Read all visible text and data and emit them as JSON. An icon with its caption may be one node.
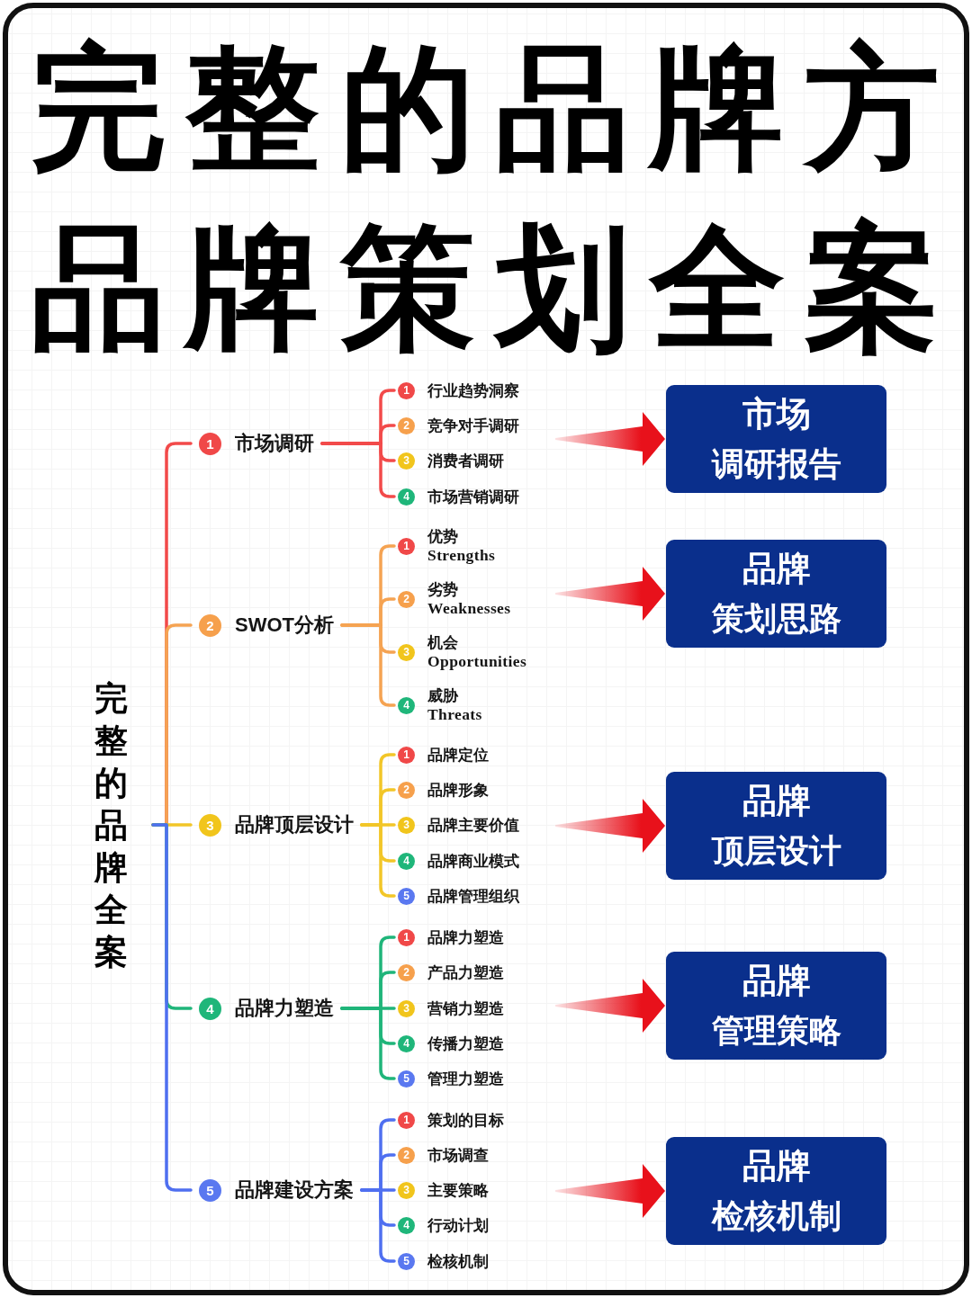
{
  "diagram": {
    "title": "完整的品牌方品牌策划全案",
    "nodes": [
      {
        "text": [
          "完整的品牌全案"
        ]
      },
      {
        "text": [
          "1",
          "市场调研"
        ]
      },
      {
        "text": [
          "2",
          "SWOT分析"
        ]
      },
      {
        "text": [
          "3",
          "品牌顶层设计"
        ]
      },
      {
        "text": [
          "4",
          "品牌力塑造"
        ]
      },
      {
        "text": [
          "5",
          "品牌建设方案"
        ]
      },
      {
        "text": [
          "1",
          "行业趋势洞察"
        ]
      },
      {
        "text": [
          "2",
          "竞争对手调研"
        ]
      },
      {
        "text": [
          "3",
          "消费者调研"
        ]
      },
      {
        "text": [
          "4",
          "市场营销调研"
        ]
      },
      {
        "text": [
          "1",
          "优势",
          "Strengths"
        ]
      },
      {
        "text": [
          "2",
          "劣势",
          "Weaknesses"
        ]
      },
      {
        "text": [
          "3",
          "机会",
          "Opportunities"
        ]
      },
      {
        "text": [
          "4",
          "威胁",
          "Threats"
        ]
      },
      {
        "text": [
          "1",
          "品牌定位"
        ]
      },
      {
        "text": [
          "2",
          "品牌形象"
        ]
      },
      {
        "text": [
          "3",
          "品牌主要价值"
        ]
      },
      {
        "text": [
          "4",
          "品牌商业模式"
        ]
      },
      {
        "text": [
          "5",
          "品牌管理组织"
        ]
      },
      {
        "text": [
          "1",
          "品牌力塑造"
        ]
      },
      {
        "text": [
          "2",
          "产品力塑造"
        ]
      },
      {
        "text": [
          "3",
          "营销力塑造"
        ]
      },
      {
        "text": [
          "4",
          "传播力塑造"
        ]
      },
      {
        "text": [
          "5",
          "管理力塑造"
        ]
      },
      {
        "text": [
          "1",
          "策划的目标"
        ]
      },
      {
        "text": [
          "2",
          "市场调查"
        ]
      },
      {
        "text": [
          "3",
          "主要策略"
        ]
      },
      {
        "text": [
          "4",
          "行动计划"
        ]
      },
      {
        "text": [
          "5",
          "检核机制"
        ]
      },
      {
        "text": [
          "市场",
          "调研报告"
        ]
      },
      {
        "text": [
          "品牌",
          "策划思路"
        ]
      },
      {
        "text": [
          "品牌",
          "顶层设计"
        ]
      },
      {
        "text": [
          "品牌",
          "管理策略"
        ]
      },
      {
        "text": [
          "品牌",
          "检核机制"
        ]
      }
    ],
    "edges": [
      {
        "from": 0,
        "to": 1,
        "arrow": "none",
        "color": "#f24a4a"
      },
      {
        "from": 0,
        "to": 2,
        "arrow": "none",
        "color": "#f5a352"
      },
      {
        "from": 0,
        "to": 3,
        "arrow": "none",
        "color": "#f2c628"
      },
      {
        "from": 0,
        "to": 4,
        "arrow": "none",
        "color": "#1fb57a"
      },
      {
        "from": 0,
        "to": 5,
        "arrow": "none",
        "color": "#4f6ff0"
      },
      {
        "from": 1,
        "to": 6,
        "arrow": "none",
        "color": "#f24a4a"
      },
      {
        "from": 1,
        "to": 7,
        "arrow": "none",
        "color": "#f24a4a"
      },
      {
        "from": 1,
        "to": 8,
        "arrow": "none",
        "color": "#f24a4a"
      },
      {
        "from": 1,
        "to": 9,
        "arrow": "none",
        "color": "#f24a4a"
      },
      {
        "from": 2,
        "to": 10,
        "arrow": "none",
        "color": "#f5a352"
      },
      {
        "from": 2,
        "to": 11,
        "arrow": "none",
        "color": "#f5a352"
      },
      {
        "from": 2,
        "to": 12,
        "arrow": "none",
        "color": "#f5a352"
      },
      {
        "from": 2,
        "to": 13,
        "arrow": "none",
        "color": "#f5a352"
      },
      {
        "from": 3,
        "to": 14,
        "arrow": "none",
        "color": "#f2c628"
      },
      {
        "from": 3,
        "to": 15,
        "arrow": "none",
        "color": "#f2c628"
      },
      {
        "from": 3,
        "to": 16,
        "arrow": "none",
        "color": "#f2c628"
      },
      {
        "from": 3,
        "to": 17,
        "arrow": "none",
        "color": "#f2c628"
      },
      {
        "from": 3,
        "to": 18,
        "arrow": "none",
        "color": "#f2c628"
      },
      {
        "from": 4,
        "to": 19,
        "arrow": "none",
        "color": "#1fb57a"
      },
      {
        "from": 4,
        "to": 20,
        "arrow": "none",
        "color": "#1fb57a"
      },
      {
        "from": 4,
        "to": 21,
        "arrow": "none",
        "color": "#1fb57a"
      },
      {
        "from": 4,
        "to": 22,
        "arrow": "none",
        "color": "#1fb57a"
      },
      {
        "from": 4,
        "to": 23,
        "arrow": "none",
        "color": "#1fb57a"
      },
      {
        "from": 5,
        "to": 24,
        "arrow": "none",
        "color": "#4f6ff0"
      },
      {
        "from": 5,
        "to": 25,
        "arrow": "none",
        "color": "#4f6ff0"
      },
      {
        "from": 5,
        "to": 26,
        "arrow": "none",
        "color": "#4f6ff0"
      },
      {
        "from": 5,
        "to": 27,
        "arrow": "none",
        "color": "#4f6ff0"
      },
      {
        "from": 5,
        "to": 28,
        "arrow": "none",
        "color": "#4f6ff0"
      },
      {
        "from": null,
        "to": 29,
        "arrow": "to",
        "style": "thick",
        "color": "#e8111b"
      },
      {
        "from": null,
        "to": 30,
        "arrow": "to",
        "style": "thick",
        "color": "#e8111b"
      },
      {
        "from": null,
        "to": 31,
        "arrow": "to",
        "style": "thick",
        "color": "#e8111b"
      },
      {
        "from": null,
        "to": 32,
        "arrow": "to",
        "style": "thick",
        "color": "#e8111b"
      },
      {
        "from": null,
        "to": 33,
        "arrow": "to",
        "style": "thick",
        "color": "#e8111b"
      }
    ]
  }
}
